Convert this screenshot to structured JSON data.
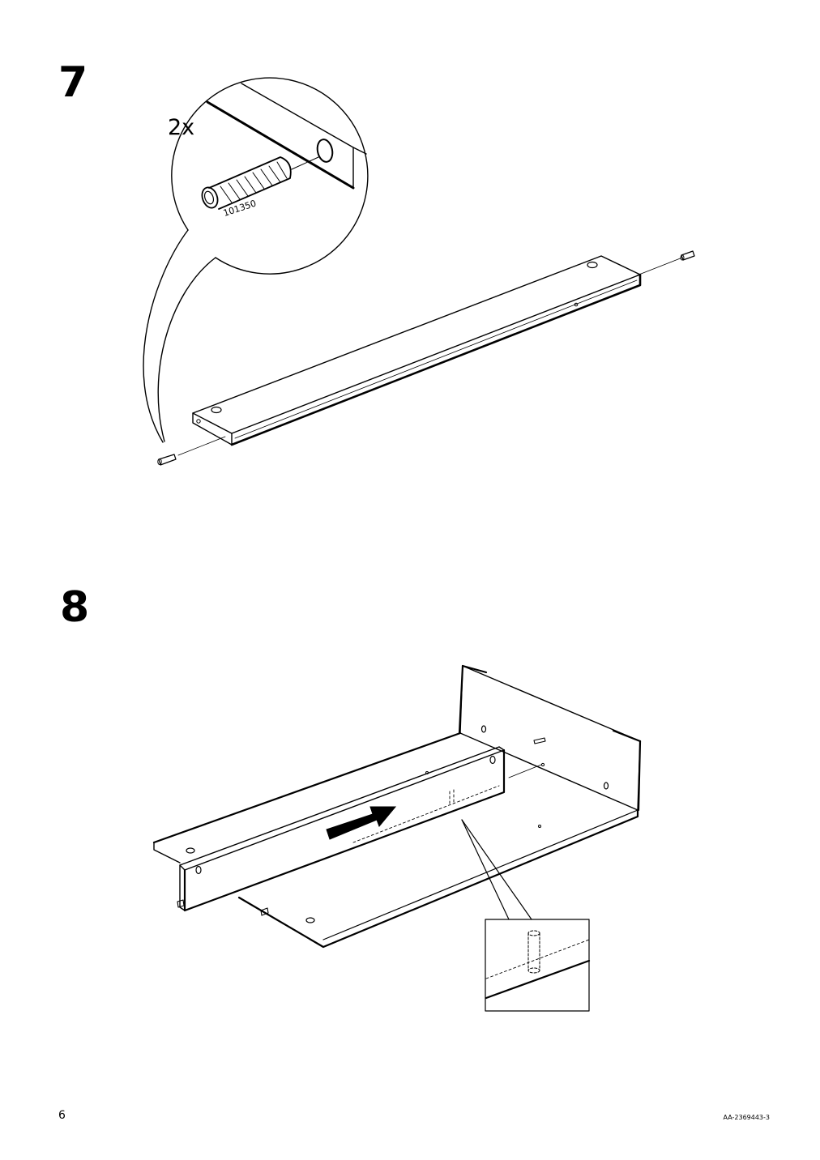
{
  "steps": [
    {
      "number": "7",
      "callout": {
        "quantity": "2x",
        "part_number": "101350"
      }
    },
    {
      "number": "8"
    }
  ],
  "footer": {
    "page_number": "6",
    "document_code": "AA-2369443-3"
  },
  "icons": [
    "dowel-icon",
    "arrow-right-icon",
    "magnifier-callout-icon"
  ]
}
